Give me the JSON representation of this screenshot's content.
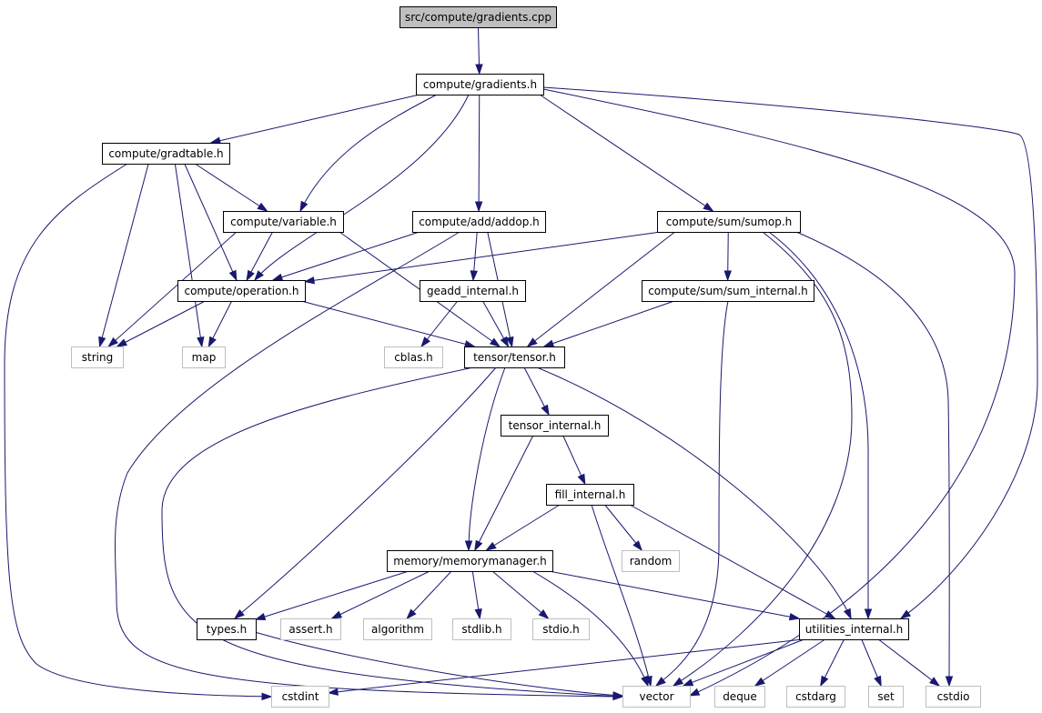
{
  "nodes": [
    {
      "id": "gradients_cpp",
      "label": "src/compute/gradients.cpp",
      "kind": "root"
    },
    {
      "id": "gradients_h",
      "label": "compute/gradients.h",
      "kind": "local"
    },
    {
      "id": "gradtable_h",
      "label": "compute/gradtable.h",
      "kind": "local"
    },
    {
      "id": "variable_h",
      "label": "compute/variable.h",
      "kind": "local"
    },
    {
      "id": "addop_h",
      "label": "compute/add/addop.h",
      "kind": "local"
    },
    {
      "id": "sumop_h",
      "label": "compute/sum/sumop.h",
      "kind": "local"
    },
    {
      "id": "operation_h",
      "label": "compute/operation.h",
      "kind": "local"
    },
    {
      "id": "geadd_internal_h",
      "label": "geadd_internal.h",
      "kind": "local"
    },
    {
      "id": "sum_internal_h",
      "label": "compute/sum/sum_internal.h",
      "kind": "local"
    },
    {
      "id": "string",
      "label": "string",
      "kind": "system"
    },
    {
      "id": "map",
      "label": "map",
      "kind": "system"
    },
    {
      "id": "cblas_h",
      "label": "cblas.h",
      "kind": "system"
    },
    {
      "id": "tensor_h",
      "label": "tensor/tensor.h",
      "kind": "local"
    },
    {
      "id": "tensor_internal_h",
      "label": "tensor_internal.h",
      "kind": "local"
    },
    {
      "id": "fill_internal_h",
      "label": "fill_internal.h",
      "kind": "local"
    },
    {
      "id": "random",
      "label": "random",
      "kind": "system"
    },
    {
      "id": "memorymanager_h",
      "label": "memory/memorymanager.h",
      "kind": "local"
    },
    {
      "id": "types_h",
      "label": "types.h",
      "kind": "local"
    },
    {
      "id": "assert_h",
      "label": "assert.h",
      "kind": "system"
    },
    {
      "id": "algorithm",
      "label": "algorithm",
      "kind": "system"
    },
    {
      "id": "stdlib_h",
      "label": "stdlib.h",
      "kind": "system"
    },
    {
      "id": "stdio_h",
      "label": "stdio.h",
      "kind": "system"
    },
    {
      "id": "utilities_internal_h",
      "label": "utilities_internal.h",
      "kind": "local"
    },
    {
      "id": "cstdint",
      "label": "cstdint",
      "kind": "system"
    },
    {
      "id": "vector",
      "label": "vector",
      "kind": "system"
    },
    {
      "id": "deque",
      "label": "deque",
      "kind": "system"
    },
    {
      "id": "cstdarg",
      "label": "cstdarg",
      "kind": "system"
    },
    {
      "id": "set",
      "label": "set",
      "kind": "system"
    },
    {
      "id": "cstdio",
      "label": "cstdio",
      "kind": "system"
    }
  ],
  "edges": [
    [
      "gradients_cpp",
      "gradients_h"
    ],
    [
      "gradients_h",
      "gradtable_h"
    ],
    [
      "gradients_h",
      "variable_h"
    ],
    [
      "gradients_h",
      "operation_h"
    ],
    [
      "gradients_h",
      "addop_h"
    ],
    [
      "gradients_h",
      "sumop_h"
    ],
    [
      "gradients_h",
      "vector"
    ],
    [
      "gradients_h",
      "utilities_internal_h"
    ],
    [
      "gradtable_h",
      "variable_h"
    ],
    [
      "gradtable_h",
      "operation_h"
    ],
    [
      "gradtable_h",
      "string"
    ],
    [
      "gradtable_h",
      "map"
    ],
    [
      "gradtable_h",
      "cstdint"
    ],
    [
      "variable_h",
      "operation_h"
    ],
    [
      "variable_h",
      "string"
    ],
    [
      "variable_h",
      "tensor_h"
    ],
    [
      "addop_h",
      "operation_h"
    ],
    [
      "addop_h",
      "geadd_internal_h"
    ],
    [
      "addop_h",
      "tensor_h"
    ],
    [
      "addop_h",
      "vector"
    ],
    [
      "sumop_h",
      "operation_h"
    ],
    [
      "sumop_h",
      "sum_internal_h"
    ],
    [
      "sumop_h",
      "tensor_h"
    ],
    [
      "sumop_h",
      "vector"
    ],
    [
      "sumop_h",
      "utilities_internal_h"
    ],
    [
      "sumop_h",
      "cstdio"
    ],
    [
      "operation_h",
      "string"
    ],
    [
      "operation_h",
      "map"
    ],
    [
      "operation_h",
      "tensor_h"
    ],
    [
      "geadd_internal_h",
      "cblas_h"
    ],
    [
      "geadd_internal_h",
      "tensor_h"
    ],
    [
      "sum_internal_h",
      "tensor_h"
    ],
    [
      "sum_internal_h",
      "vector"
    ],
    [
      "tensor_h",
      "tensor_internal_h"
    ],
    [
      "tensor_h",
      "memorymanager_h"
    ],
    [
      "tensor_h",
      "types_h"
    ],
    [
      "tensor_h",
      "utilities_internal_h"
    ],
    [
      "tensor_h",
      "vector"
    ],
    [
      "tensor_internal_h",
      "fill_internal_h"
    ],
    [
      "tensor_internal_h",
      "memorymanager_h"
    ],
    [
      "fill_internal_h",
      "memorymanager_h"
    ],
    [
      "fill_internal_h",
      "random"
    ],
    [
      "fill_internal_h",
      "vector"
    ],
    [
      "fill_internal_h",
      "utilities_internal_h"
    ],
    [
      "memorymanager_h",
      "types_h"
    ],
    [
      "memorymanager_h",
      "assert_h"
    ],
    [
      "memorymanager_h",
      "algorithm"
    ],
    [
      "memorymanager_h",
      "stdlib_h"
    ],
    [
      "memorymanager_h",
      "stdio_h"
    ],
    [
      "memorymanager_h",
      "vector"
    ],
    [
      "memorymanager_h",
      "utilities_internal_h"
    ],
    [
      "types_h",
      "vector"
    ],
    [
      "utilities_internal_h",
      "cstdint"
    ],
    [
      "utilities_internal_h",
      "vector"
    ],
    [
      "utilities_internal_h",
      "deque"
    ],
    [
      "utilities_internal_h",
      "cstdarg"
    ],
    [
      "utilities_internal_h",
      "set"
    ],
    [
      "utilities_internal_h",
      "cstdio"
    ]
  ],
  "colors": {
    "root_fill": "#bfbfbf",
    "local_border": "#000000",
    "system_border": "#bfbfbf",
    "edge": "#191970"
  }
}
